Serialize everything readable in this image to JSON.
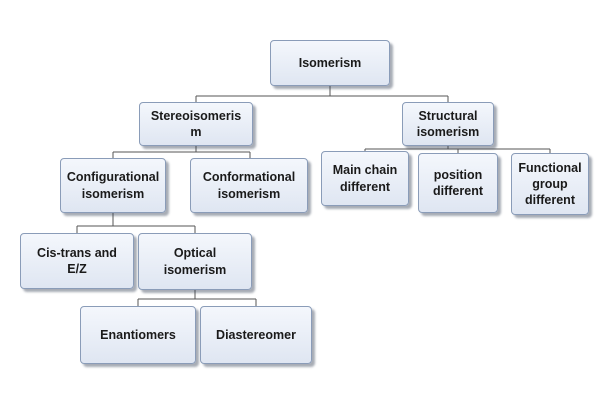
{
  "diagram": {
    "nodes": {
      "isomerism": "Isomerism",
      "stereoisomerism": "Stereoisomeris\nm",
      "structural": "Structural\nisomerism",
      "configurational": "Configurational\nisomerism",
      "conformational": "Conformational\nisomerism",
      "main_chain": "Main chain\ndifferent",
      "position": "position\ndifferent",
      "functional_group": "Functional\ngroup\ndifferent",
      "cis_trans": "Cis-trans and\nE/Z",
      "optical": "Optical\nisomerism",
      "enantiomers": "Enantiomers",
      "diastereomer": "Diastereomer"
    },
    "colors": {
      "box_top": "#f4f7fc",
      "box_bottom": "#dfe6f2",
      "border": "#8a9cb8",
      "connector": "#555555"
    }
  }
}
